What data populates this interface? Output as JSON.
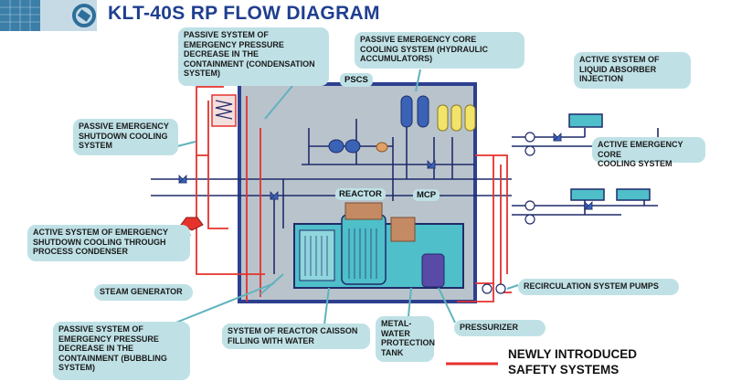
{
  "title": "KLT-40S RP FLOW DIAGRAM",
  "colors": {
    "title": "#1f3f8f",
    "callout_bg": "#bfe1e6",
    "containment_fill": "#b9c3cc",
    "containment_border": "#2d3f8f",
    "new_system_line": "#e5322d",
    "pipe_dark": "#1f2b6a",
    "water": "#4fbfc9",
    "core": "#c48a63",
    "logo": "#3b7ea8"
  },
  "icons": {
    "logo": "logo-mark",
    "valve": "valve-icon",
    "pump": "pump-icon",
    "tank": "tank-icon"
  },
  "callouts": {
    "condensation": "PASSIVE SYSTEM OF\nEMERGENCY PRESSURE\nDECREASE IN THE\nCONTAINMENT (CONDENSATION\nSYSTEM)",
    "core_cooling_passive": "PASSIVE EMERGENCY CORE\nCOOLING SYSTEM     (HYDRAULIC\nACCUMULATORS)",
    "liquid_absorber": "ACTIVE SYSTEM OF\nLIQUID ABSORBER\nINJECTION",
    "shutdown_cooling": "PASSIVE EMERGENCY\nSHUTDOWN COOLING\nSYSTEM",
    "active_core_cooling": "ACTIVE EMERGENCY CORE\nCOOLING SYSTEM",
    "process_condenser": "ACTIVE SYSTEM OF EMERGENCY\nSHUTDOWN COOLING THROUGH\nPROCESS CONDENSER",
    "steam_generator": "STEAM GENERATOR",
    "recirculation": "RECIRCULATION SYSTEM PUMPS",
    "bubbling": "PASSIVE SYSTEM OF\nEMERGENCY PRESSURE\nDECREASE IN THE\nCONTAINMENT    (BUBBLING\nSYSTEM)",
    "caisson": "SYSTEM OF REACTOR CAISSON\nFILLING WITH WATER",
    "protection_tank": "METAL-\nWATER\nPROTECTION\nTANK",
    "pressurizer": "PRESSURIZER"
  },
  "inner_labels": {
    "pscs": "PSCS",
    "reactor": "REACTOR",
    "mcp": "MCP"
  },
  "legend": {
    "text": "NEWLY INTRODUCED\nSAFETY SYSTEMS"
  }
}
